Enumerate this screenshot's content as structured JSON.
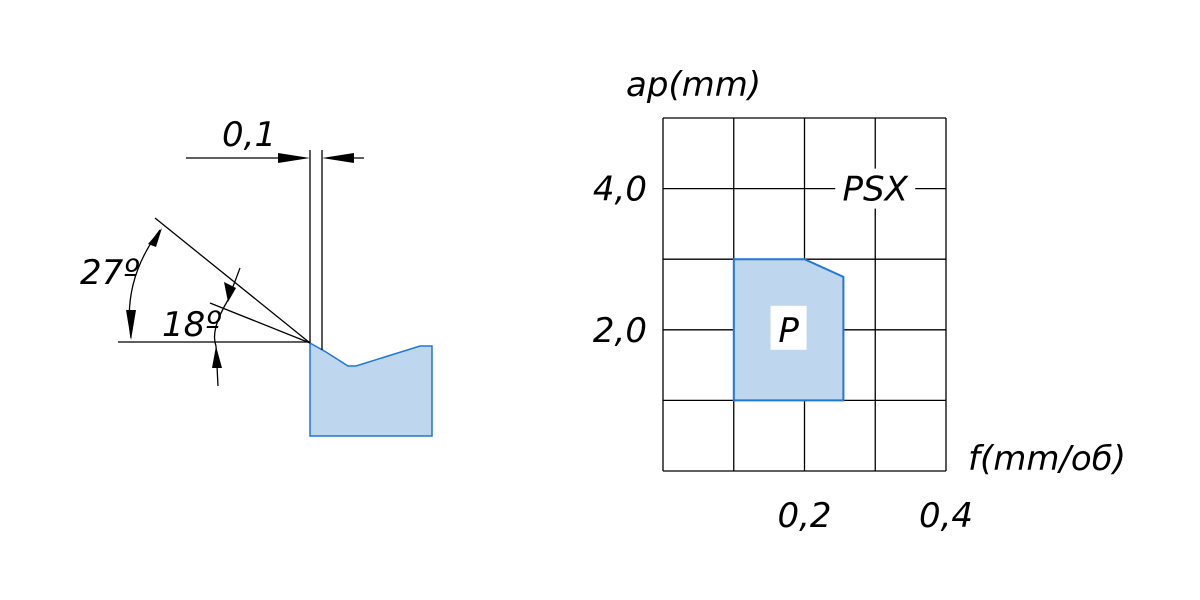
{
  "colors": {
    "ink": "#000000",
    "fill": "#bfd7ee",
    "fill_stroke": "#1f77d8",
    "background": "#ffffff"
  },
  "tool_profile": {
    "chip_land_label": "0,1",
    "rake_angle_outer_label": "27º",
    "rake_angle_inner_label": "18º"
  },
  "chart_data": {
    "type": "area",
    "xlabel": "f(mm/об)",
    "ylabel": "ap(mm)",
    "xlim": [
      0,
      0.4
    ],
    "ylim": [
      0,
      5.0
    ],
    "xticks": [
      {
        "value": 0.2,
        "label": "0,2"
      },
      {
        "value": 0.4,
        "label": "0,4"
      }
    ],
    "yticks": [
      {
        "value": 2.0,
        "label": "2,0"
      },
      {
        "value": 4.0,
        "label": "4,0"
      }
    ],
    "grid": true,
    "grid_step_x": 0.1,
    "grid_step_y": 1.0,
    "series": [
      {
        "name": "P",
        "points": [
          [
            0.1,
            1.0
          ],
          [
            0.1,
            3.0
          ],
          [
            0.2,
            3.0
          ],
          [
            0.255,
            2.75
          ],
          [
            0.255,
            1.0
          ]
        ]
      }
    ],
    "annotations": [
      {
        "text": "PSX",
        "x": 0.3,
        "y": 4.0
      }
    ]
  }
}
